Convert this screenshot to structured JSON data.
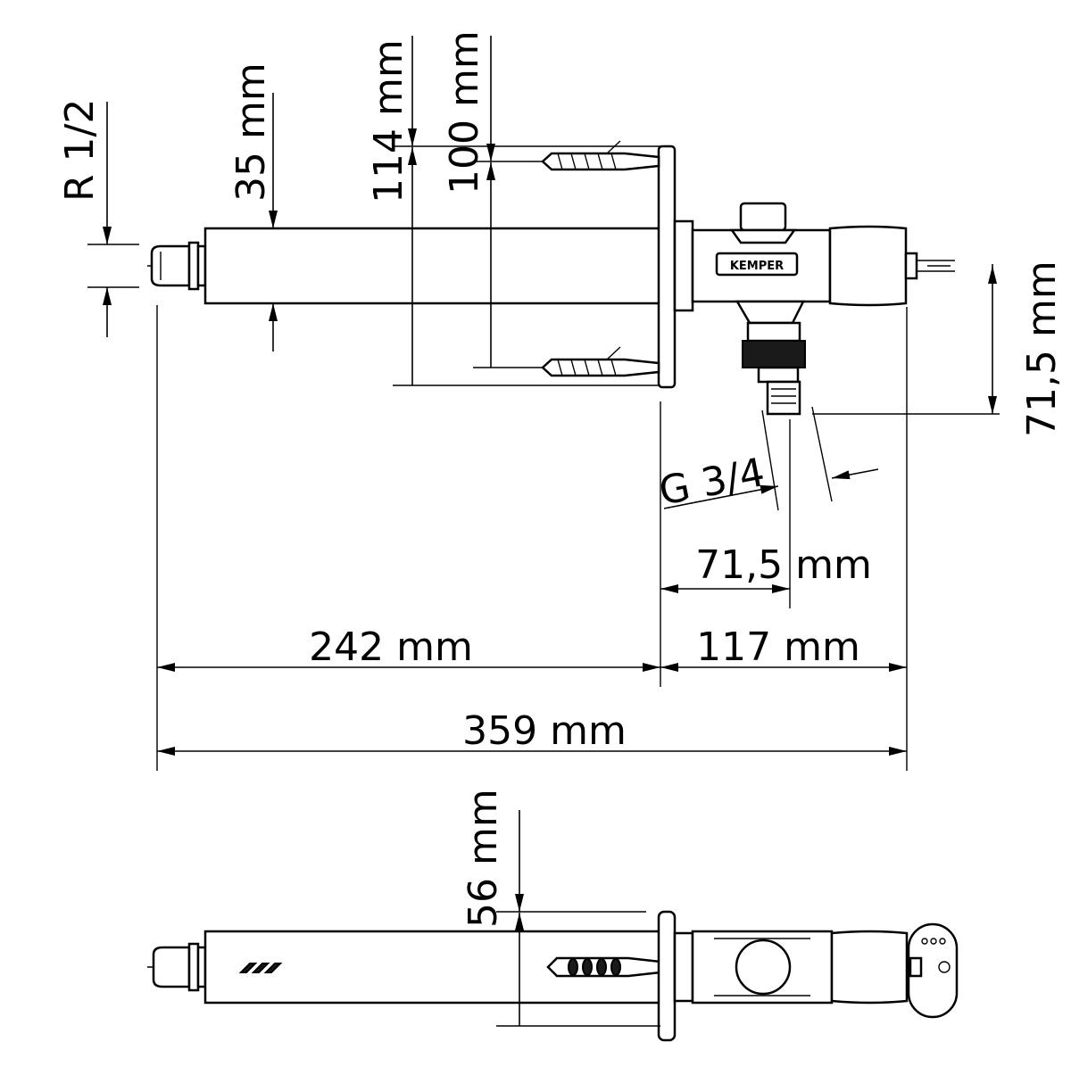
{
  "dimensions": {
    "thread_inlet": "R 1/2",
    "pipe_diameter": "35 mm",
    "plate_height": "114 mm",
    "anchor_spacing": "100 mm",
    "hose_thread": "G 3/4",
    "outlet_drop": "71,5 mm",
    "outlet_offset": "71,5 mm",
    "wall_depth": "242 mm",
    "projection": "117 mm",
    "overall_length": "359 mm",
    "top_view_width": "56 mm"
  },
  "brand_label": "KEMPER"
}
